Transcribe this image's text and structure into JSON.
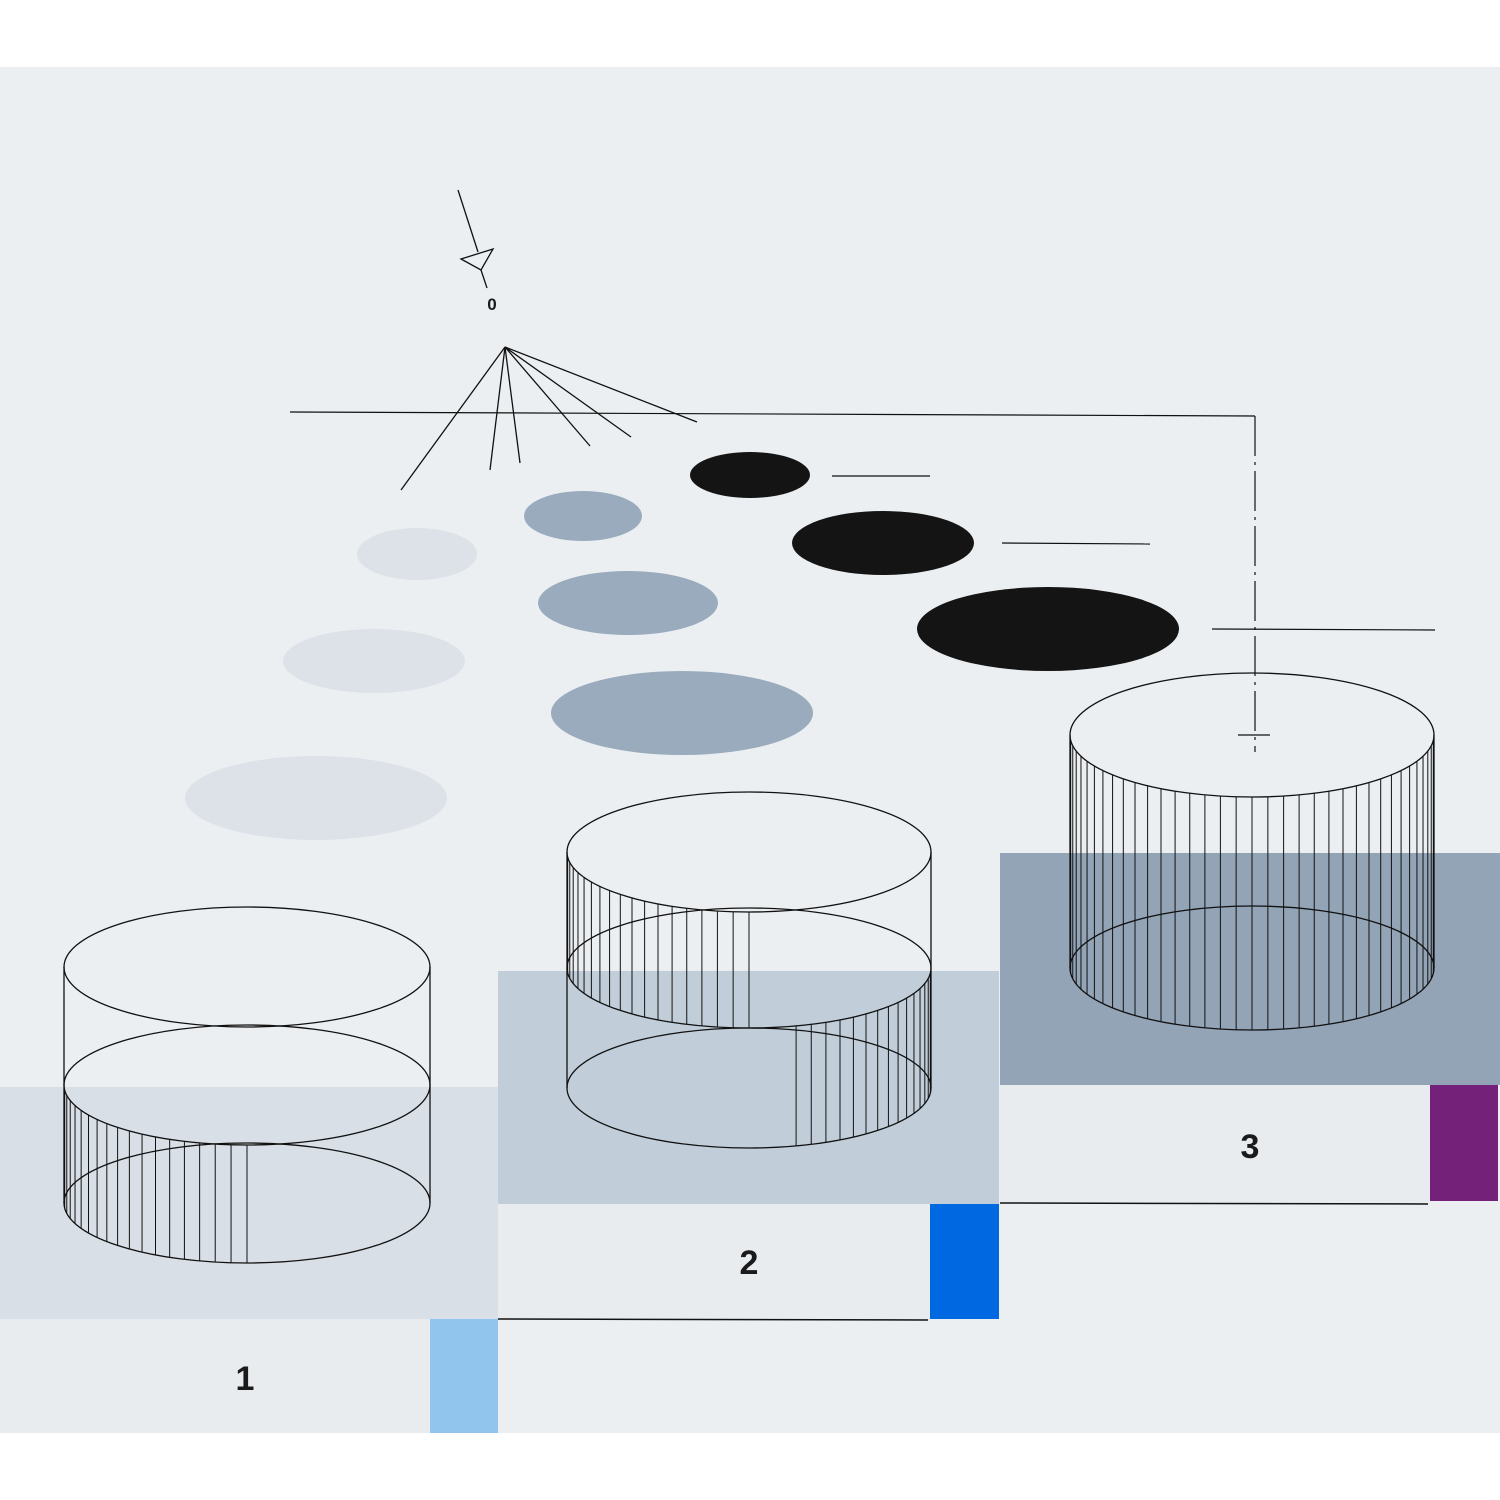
{
  "origin_label": "0",
  "steps": [
    {
      "label": "1",
      "tab_color": "#92c5ee",
      "platform_color": "#d9dfe6"
    },
    {
      "label": "2",
      "tab_color": "#0068e0",
      "platform_color": "#c1ceda"
    },
    {
      "label": "3",
      "tab_color": "#742279",
      "platform_color": "#93a4b7"
    }
  ],
  "colors": {
    "background": "#eceff2",
    "label_strip": "#e9ecef",
    "light_disc": "#dde2e9",
    "medium_disc": "#9aabbd",
    "dark_disc": "#141414"
  }
}
